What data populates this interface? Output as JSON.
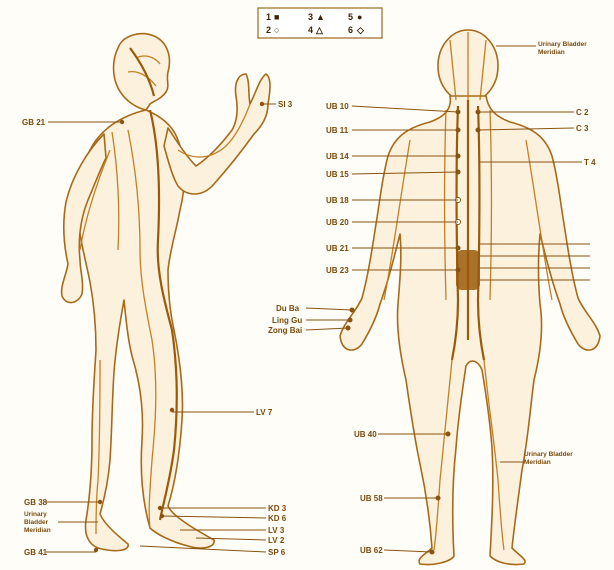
{
  "legend": [
    {
      "num": "1",
      "sym": "■"
    },
    {
      "num": "2",
      "sym": "○"
    },
    {
      "num": "3",
      "sym": "▲"
    },
    {
      "num": "4",
      "sym": "△"
    },
    {
      "num": "5",
      "sym": "●"
    },
    {
      "num": "6",
      "sym": "◇"
    }
  ],
  "side_labels": {
    "gb21": "GB 21",
    "si3": "SI 3",
    "lv7": "LV 7",
    "gb38": "GB 38",
    "ubm_line1": "Urinary",
    "ubm_line2": "Bladder",
    "ubm_line3": "Meridian",
    "gb41": "GB 41",
    "kd3": "KD 3",
    "kd6": "KD 6",
    "lv3": "LV 3",
    "lv2": "LV 2",
    "sp6": "SP 6"
  },
  "back_labels": {
    "ubm_top1": "Urinary Bladder",
    "ubm_top2": "Meridian",
    "ub10": "UB 10",
    "ub11": "UB 11",
    "ub14": "UB 14",
    "ub15": "UB 15",
    "ub18": "UB 18",
    "ub20": "UB 20",
    "ub21": "UB 21",
    "ub23": "UB 23",
    "duba": "Du Ba",
    "ling": "Ling Gu",
    "zong": "Zong Bai",
    "c2": "C 2",
    "c3": "C 3",
    "t4": "T 4",
    "ub40": "UB 40",
    "ub58": "UB 58",
    "ub62": "UB 62",
    "ubm_leg1": "Urinary Bladder",
    "ubm_leg2": "Meridian"
  }
}
